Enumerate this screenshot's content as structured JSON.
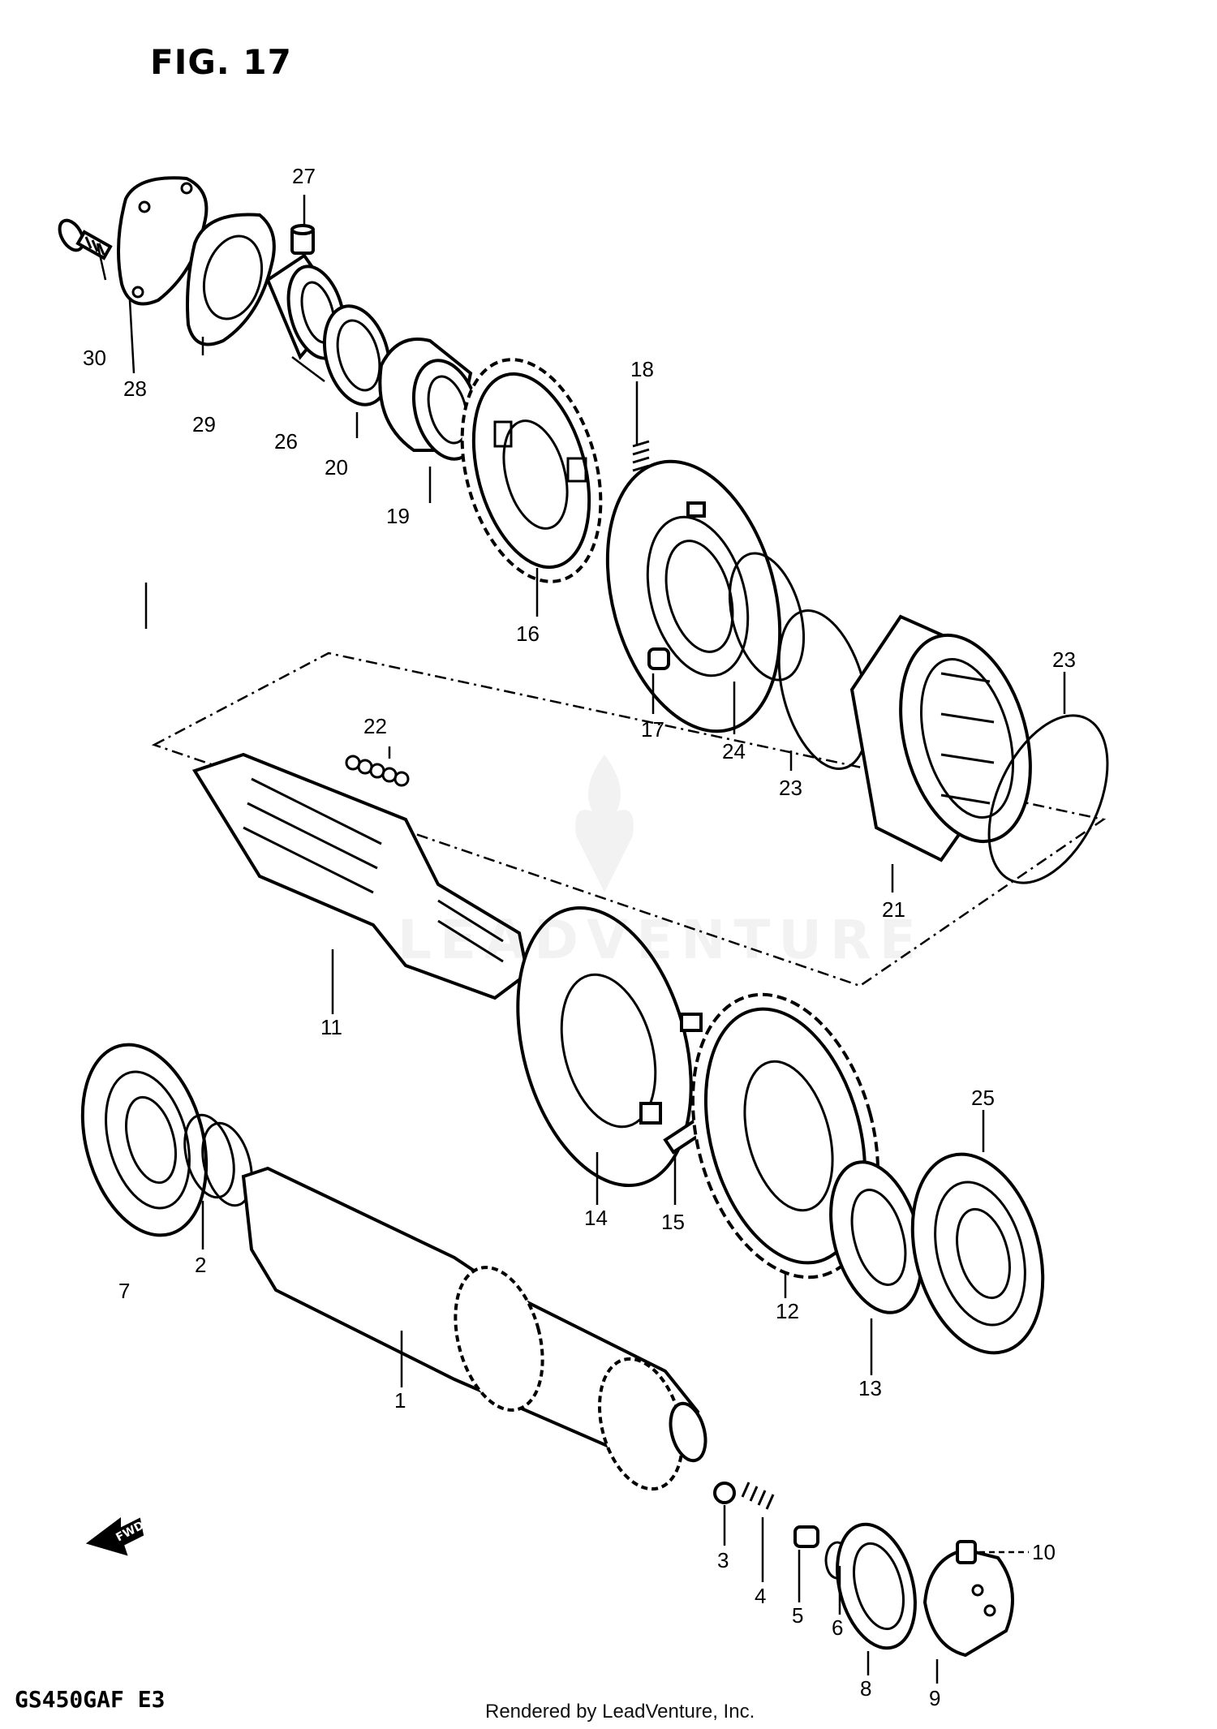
{
  "figure": {
    "title": "FIG. 17",
    "model_code": "GS450GAF E3",
    "credit": "Rendered by LeadVenture, Inc.",
    "watermark_text": "LEADVENTURE",
    "fwd_label": "FWD",
    "line_color": "#000000",
    "background": "#ffffff"
  },
  "callouts": {
    "c1": "1",
    "c2": "2",
    "c3": "3",
    "c4": "4",
    "c5": "5",
    "c6": "6",
    "c7": "7",
    "c8": "8",
    "c9": "9",
    "c10": "10",
    "c11": "11",
    "c12": "12",
    "c13": "13",
    "c14": "14",
    "c15": "15",
    "c16": "16",
    "c17": "17",
    "c18": "18",
    "c19": "19",
    "c20": "20",
    "c21": "21",
    "c22": "22",
    "c23a": "23",
    "c23b": "23",
    "c24": "24",
    "c25": "25",
    "c26": "26",
    "c27": "27",
    "c28": "28",
    "c29": "29",
    "c30": "30"
  }
}
